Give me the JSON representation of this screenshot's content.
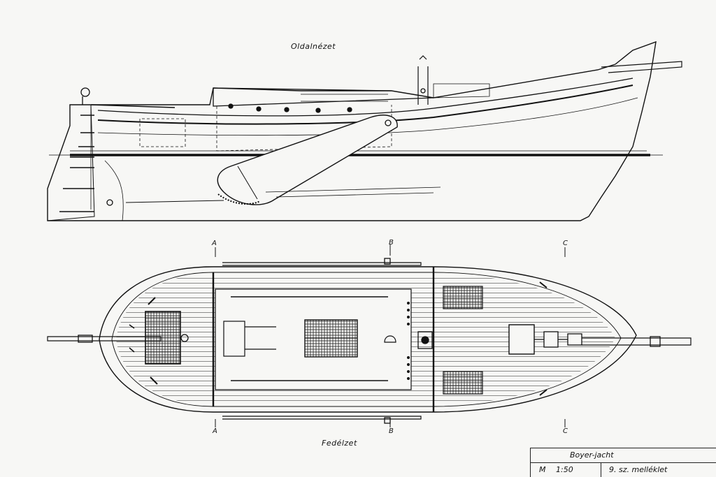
{
  "titles": {
    "side_view": "Oldalnézet",
    "deck_view": "Fedélzet"
  },
  "sections": {
    "a": "A",
    "b": "B",
    "c": "C"
  },
  "title_block": {
    "name": "Boyer-jacht",
    "scale_prefix": "M",
    "scale": "1:50",
    "sheet": "9. sz. melléklet"
  },
  "colors": {
    "ink": "#111111",
    "paper": "#f7f7f5"
  }
}
